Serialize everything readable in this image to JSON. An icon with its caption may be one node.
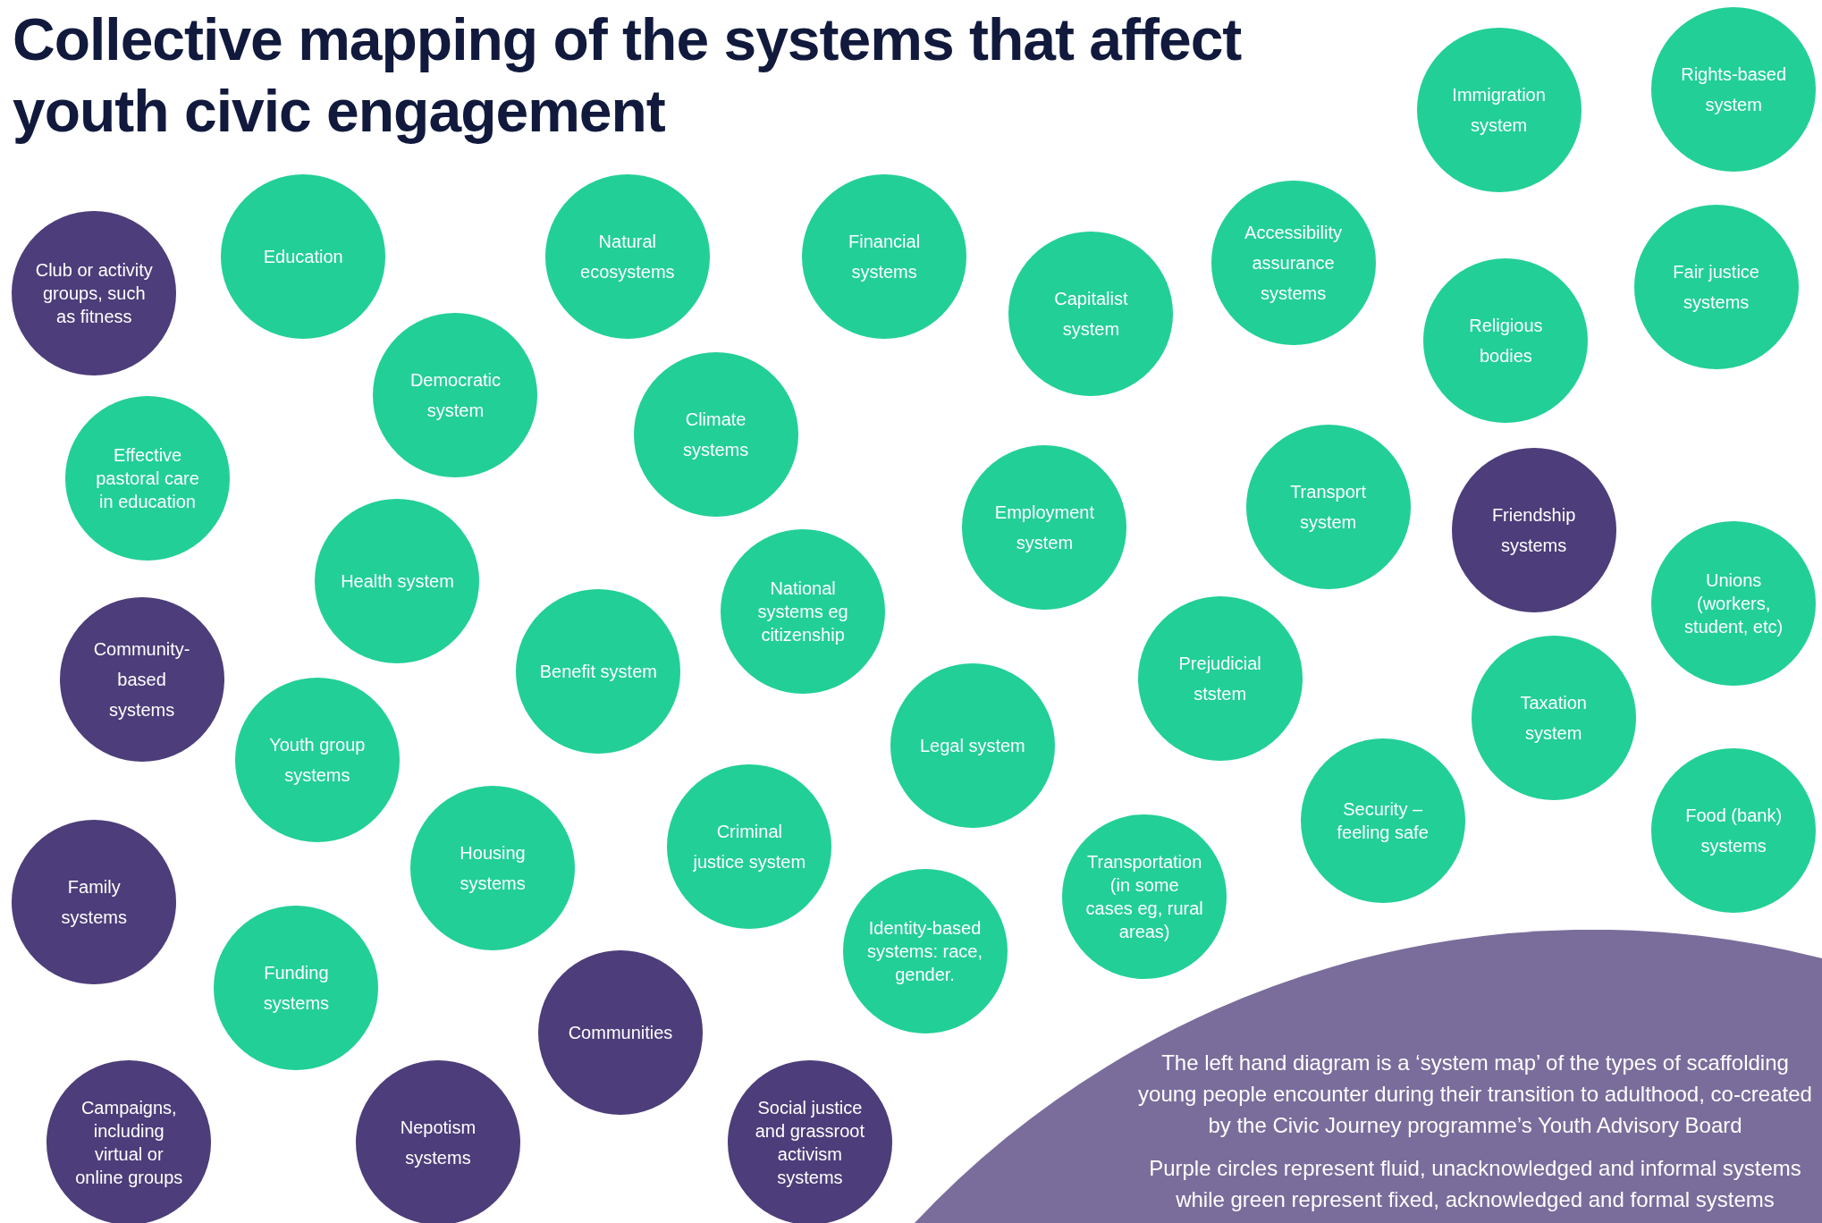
{
  "diagram": {
    "title": "Collective mapping of the systems that affect youth civic engagement",
    "nodes": [
      {
        "text": [
          "Club or activity groups, such as fitness"
        ]
      },
      {
        "text": [
          "Education"
        ]
      },
      {
        "text": [
          "Natural ecosystems"
        ]
      },
      {
        "text": [
          "Financial systems"
        ]
      },
      {
        "text": [
          "Capitalist system"
        ]
      },
      {
        "text": [
          "Accessibility assurance systems"
        ]
      },
      {
        "text": [
          "Immigration system"
        ]
      },
      {
        "text": [
          "Rights-based system"
        ]
      },
      {
        "text": [
          "Fair justice systems"
        ]
      },
      {
        "text": [
          "Religious bodies"
        ]
      },
      {
        "text": [
          "Democratic system"
        ]
      },
      {
        "text": [
          "Climate systems"
        ]
      },
      {
        "text": [
          "Effective pastoral care in education"
        ]
      },
      {
        "text": [
          "Employment system"
        ]
      },
      {
        "text": [
          "Transport system"
        ]
      },
      {
        "text": [
          "Friendship systems"
        ]
      },
      {
        "text": [
          "Health system"
        ]
      },
      {
        "text": [
          "National systems eg citizenship"
        ]
      },
      {
        "text": [
          "Benefit system"
        ]
      },
      {
        "text": [
          "Community-based systems"
        ]
      },
      {
        "text": [
          "Prejudicial ststem"
        ]
      },
      {
        "text": [
          "Unions (workers, student, etc)"
        ]
      },
      {
        "text": [
          "Taxation system"
        ]
      },
      {
        "text": [
          "Youth group systems"
        ]
      },
      {
        "text": [
          "Legal system"
        ]
      },
      {
        "text": [
          "Security – feeling safe"
        ]
      },
      {
        "text": [
          "Food (bank) systems"
        ]
      },
      {
        "text": [
          "Housing systems"
        ]
      },
      {
        "text": [
          "Criminal justice system"
        ]
      },
      {
        "text": [
          "Family systems"
        ]
      },
      {
        "text": [
          "Transportation (in some cases eg, rural areas)"
        ]
      },
      {
        "text": [
          "Identity-based systems: race, gender."
        ]
      },
      {
        "text": [
          "Funding systems"
        ]
      },
      {
        "text": [
          "Communities"
        ]
      },
      {
        "text": [
          "Campaigns, including virtual or online groups"
        ]
      },
      {
        "text": [
          "Nepotism systems"
        ]
      },
      {
        "text": [
          "Social justice and grassroot activism systems"
        ]
      },
      {
        "text": [
          "The left hand diagram is a ‘system map’ of the types of scaffolding young people encounter during their transition to adulthood, co-created by the Civic Journey programme’s Youth Advisory Board",
          "Purple circles represent fluid, unacknowledged and informal systems while green represent fixed, acknowledged and formal systems"
        ]
      }
    ]
  }
}
